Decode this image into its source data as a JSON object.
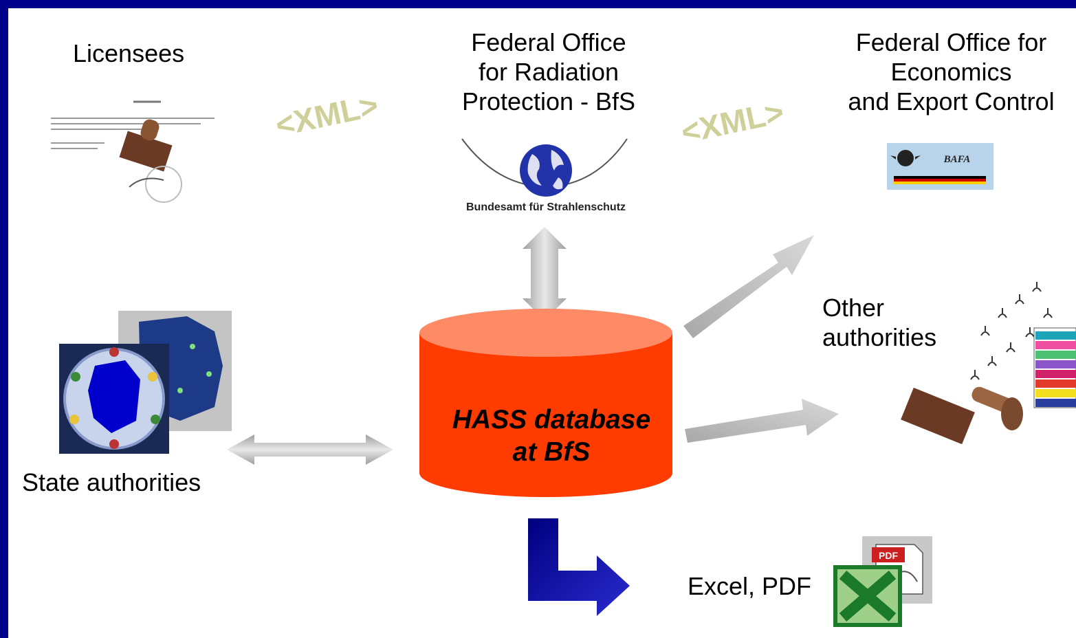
{
  "nodes": {
    "licensees": "Licensees",
    "bfs": {
      "line1": "Federal Office",
      "line2": "for Radiation",
      "line3": "Protection - BfS"
    },
    "bafa": {
      "line1": "Federal Office for",
      "line2": "Economics",
      "line3": "and Export Control"
    },
    "other": {
      "line1": "Other",
      "line2": "authorities"
    },
    "state": "State authorities",
    "database": {
      "line1": "HASS database",
      "line2": "at BfS"
    },
    "export": "Excel, PDF"
  },
  "logos": {
    "xml_tag": "<XML>",
    "bfs_wordmark": "Bundesamt für Strahlenschutz",
    "bafa_wordmark": "BAFA",
    "pdf_badge": "PDF"
  },
  "colors": {
    "frame": "#00008b",
    "database_fill": "#ff3c00",
    "database_top": "#ff8a66",
    "arrow_gray": "#bdbdbd",
    "arrow_blue": "#00008b",
    "xml_olive": "#cfcf9a"
  }
}
